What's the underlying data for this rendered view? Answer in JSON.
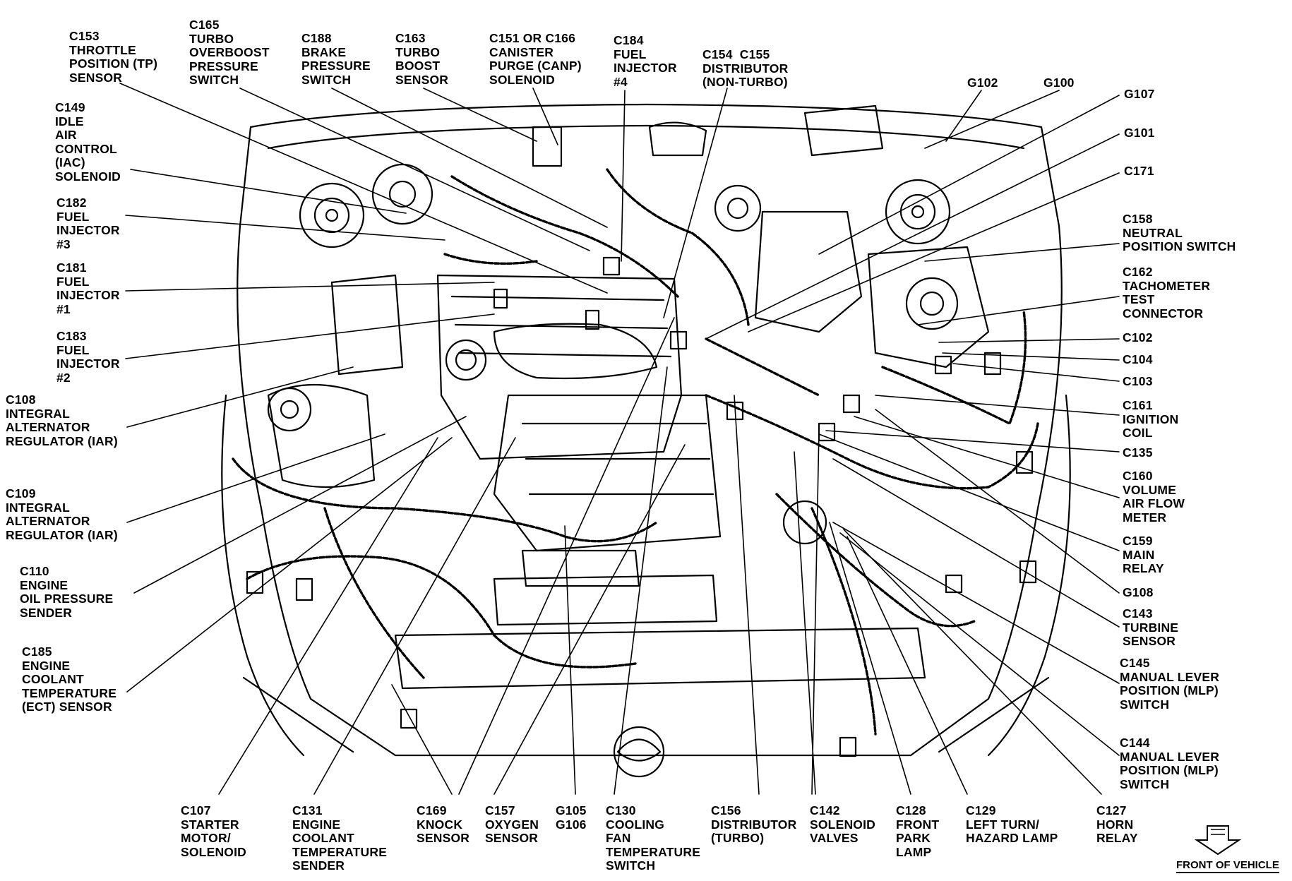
{
  "labels": [
    {
      "id": "c153",
      "text": "C153\nTHROTTLE\nPOSITION (TP)\nSENSOR"
    },
    {
      "id": "c165",
      "text": "C165\nTURBO\nOVERBOOST\nPRESSURE\nSWITCH"
    },
    {
      "id": "c188",
      "text": "C188\nBRAKE\nPRESSURE\nSWITCH"
    },
    {
      "id": "c163",
      "text": "C163\nTURBO\nBOOST\nSENSOR"
    },
    {
      "id": "c151",
      "text": "C151 OR C166\nCANISTER\nPURGE (CANP)\nSOLENOID"
    },
    {
      "id": "c184",
      "text": "C184\nFUEL\nINJECTOR\n#4"
    },
    {
      "id": "c154",
      "text": "C154  C155\nDISTRIBUTOR\n(NON-TURBO)"
    },
    {
      "id": "g102",
      "text": "G102"
    },
    {
      "id": "g100",
      "text": "G100"
    },
    {
      "id": "g107",
      "text": "G107"
    },
    {
      "id": "g101",
      "text": "G101"
    },
    {
      "id": "c171",
      "text": "C171"
    },
    {
      "id": "c149",
      "text": "C149\nIDLE\nAIR\nCONTROL\n(IAC)\nSOLENOID"
    },
    {
      "id": "c182",
      "text": "C182\nFUEL\nINJECTOR\n#3"
    },
    {
      "id": "c181",
      "text": "C181\nFUEL\nINJECTOR\n#1"
    },
    {
      "id": "c183",
      "text": "C183\nFUEL\nINJECTOR\n#2"
    },
    {
      "id": "c108",
      "text": "C108\nINTEGRAL\nALTERNATOR\nREGULATOR (IAR)"
    },
    {
      "id": "c109",
      "text": "C109\nINTEGRAL\nALTERNATOR\nREGULATOR (IAR)"
    },
    {
      "id": "c110",
      "text": "C110\nENGINE\nOIL PRESSURE\nSENDER"
    },
    {
      "id": "c185",
      "text": "C185\nENGINE\nCOOLANT\nTEMPERATURE\n(ECT) SENSOR"
    },
    {
      "id": "c158",
      "text": "C158\nNEUTRAL\nPOSITION SWITCH"
    },
    {
      "id": "c162",
      "text": "C162\nTACHOMETER\nTEST\nCONNECTOR"
    },
    {
      "id": "c102",
      "text": "C102"
    },
    {
      "id": "c104",
      "text": "C104"
    },
    {
      "id": "c103",
      "text": "C103"
    },
    {
      "id": "c161",
      "text": "C161\nIGNITION\nCOIL"
    },
    {
      "id": "c135",
      "text": "C135"
    },
    {
      "id": "c160",
      "text": "C160\nVOLUME\nAIR FLOW\nMETER"
    },
    {
      "id": "c159",
      "text": "C159\nMAIN\nRELAY"
    },
    {
      "id": "g108",
      "text": "G108"
    },
    {
      "id": "c143",
      "text": "C143\nTURBINE\nSENSOR"
    },
    {
      "id": "c145",
      "text": "C145\nMANUAL LEVER\nPOSITION (MLP)\nSWITCH"
    },
    {
      "id": "c144",
      "text": "C144\nMANUAL LEVER\nPOSITION (MLP)\nSWITCH"
    },
    {
      "id": "c107",
      "text": "C107\nSTARTER\nMOTOR/\nSOLENOID"
    },
    {
      "id": "c131",
      "text": "C131\nENGINE\nCOOLANT\nTEMPERATURE\nSENDER"
    },
    {
      "id": "c169",
      "text": "C169\nKNOCK\nSENSOR"
    },
    {
      "id": "c157",
      "text": "C157\nOXYGEN\nSENSOR"
    },
    {
      "id": "g105",
      "text": "G105\nG106"
    },
    {
      "id": "c130",
      "text": "C130\nCOOLING\nFAN\nTEMPERATURE\nSWITCH"
    },
    {
      "id": "c156",
      "text": "C156\nDISTRIBUTOR\n(TURBO)"
    },
    {
      "id": "c142",
      "text": "C142\nSOLENOID\nVALVES"
    },
    {
      "id": "c128",
      "text": "C128\nFRONT\nPARK\nLAMP"
    },
    {
      "id": "c129",
      "text": "C129\nLEFT TURN/\nHAZARD LAMP"
    },
    {
      "id": "c127",
      "text": "C127\nHORN\nRELAY"
    }
  ],
  "front_label": "FRONT OF VEHICLE",
  "icons": {
    "front_arrow": "down-arrow-icon"
  },
  "colors": {
    "ink": "#000000",
    "paper": "#ffffff"
  }
}
